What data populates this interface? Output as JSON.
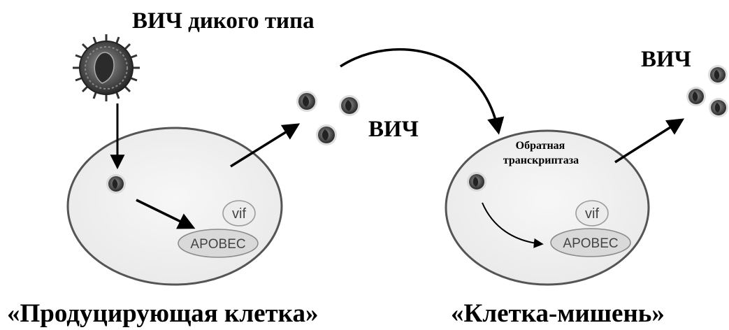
{
  "labels": {
    "wild_type_hiv": "ВИЧ дикого типа",
    "hiv_mid": "ВИЧ",
    "hiv_right": "ВИЧ",
    "reverse_transcriptase_line1": "Обратная",
    "reverse_transcriptase_line2": "транскриптаза",
    "vif_left": "vif",
    "apobec_left": "APOBEC",
    "vif_right": "vif",
    "apobec_right": "APOBEC",
    "producer_cell": "«Продуцирующая клетка»",
    "target_cell": "«Клетка-мишень»"
  },
  "colors": {
    "virus_dark": "#3c3c3c",
    "cell_fill": "#f2f2f2",
    "protein_fill": "#d9d9d9",
    "protein_text": "#555555"
  },
  "icons": {
    "virus": "virion-with-spikes",
    "arrow": "black-arrow"
  }
}
